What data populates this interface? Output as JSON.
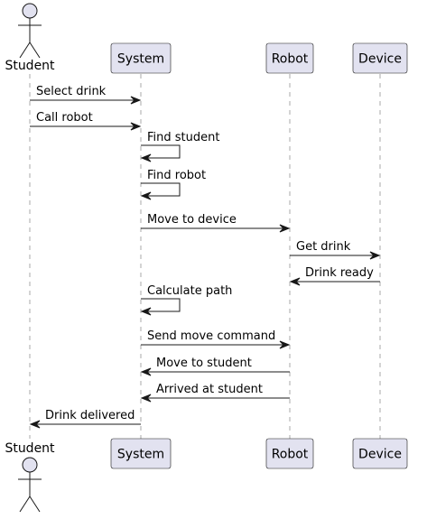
{
  "diagram": {
    "participants": [
      {
        "id": "student",
        "label": "Student",
        "kind": "actor"
      },
      {
        "id": "system",
        "label": "System",
        "kind": "participant"
      },
      {
        "id": "robot",
        "label": "Robot",
        "kind": "participant"
      },
      {
        "id": "device",
        "label": "Device",
        "kind": "participant"
      }
    ],
    "messages": [
      {
        "from": "student",
        "to": "system",
        "label": "Select drink"
      },
      {
        "from": "student",
        "to": "system",
        "label": "Call robot"
      },
      {
        "from": "system",
        "to": "system",
        "label": "Find student"
      },
      {
        "from": "system",
        "to": "system",
        "label": "Find robot"
      },
      {
        "from": "system",
        "to": "robot",
        "label": "Move to device"
      },
      {
        "from": "robot",
        "to": "device",
        "label": "Get drink"
      },
      {
        "from": "device",
        "to": "robot",
        "label": "Drink ready"
      },
      {
        "from": "system",
        "to": "system",
        "label": "Calculate path"
      },
      {
        "from": "system",
        "to": "robot",
        "label": "Send move command"
      },
      {
        "from": "robot",
        "to": "system",
        "label": "Move to student"
      },
      {
        "from": "robot",
        "to": "system",
        "label": "Arrived at student"
      },
      {
        "from": "system",
        "to": "student",
        "label": "Drink delivered"
      }
    ],
    "colors": {
      "box_fill": "#e2e2f0",
      "border": "#181818",
      "lifeline": "#a9a9a9"
    }
  }
}
